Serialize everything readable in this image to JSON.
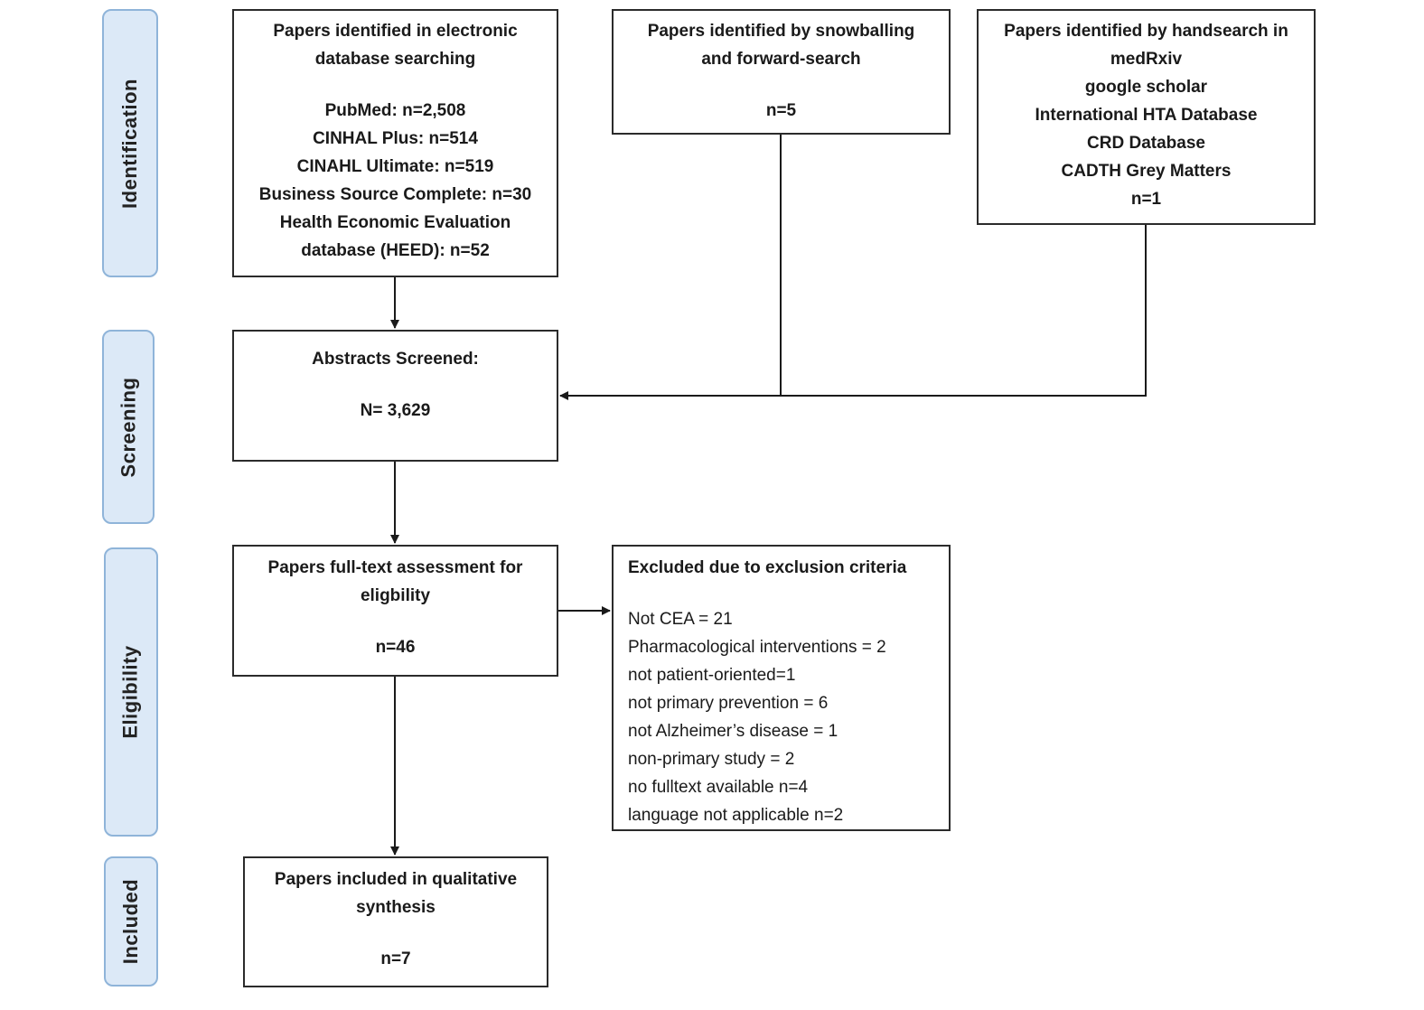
{
  "stages": {
    "identification": "Identification",
    "screening": "Screening",
    "eligibility": "Eligibility",
    "included": "Included"
  },
  "database_box": {
    "title_line1": "Papers identified in electronic",
    "title_line2": "database searching",
    "sources": [
      "PubMed:  n=2,508",
      "CINHAL Plus: n=514",
      "CINAHL Ultimate: n=519",
      "Business Source Complete: n=30",
      "Health Economic Evaluation",
      "database (HEED): n=52"
    ]
  },
  "snowball_box": {
    "title_line1": "Papers identified by snowballing",
    "title_line2": "and forward-search",
    "count": "n=5"
  },
  "handsearch_box": {
    "lines": [
      "Papers identified by handsearch in",
      "medRxiv",
      "google scholar",
      "International HTA Database",
      "CRD Database",
      "CADTH Grey Matters",
      "n=1"
    ]
  },
  "screened_box": {
    "title": "Abstracts Screened:",
    "count": "N= 3,629"
  },
  "fulltext_box": {
    "title_line1": "Papers full-text assessment for",
    "title_line2": "eligbility",
    "count": "n=46"
  },
  "excluded_box": {
    "title": "Excluded due to exclusion criteria",
    "reasons": [
      "Not CEA = 21",
      "Pharmacological interventions = 2",
      "not patient-oriented=1",
      "not primary prevention = 6",
      "not Alzheimer’s disease = 1",
      "non-primary study = 2",
      "no fulltext available n=4",
      "language not applicable n=2"
    ]
  },
  "included_box": {
    "title_line1": "Papers included in qualitative",
    "title_line2": "synthesis",
    "count": "n=7"
  },
  "colors": {
    "stage_fill": "#dce9f7",
    "stage_border": "#8fb4d9",
    "box_border": "#2b2b2b",
    "arrow": "#1a1a1a"
  }
}
